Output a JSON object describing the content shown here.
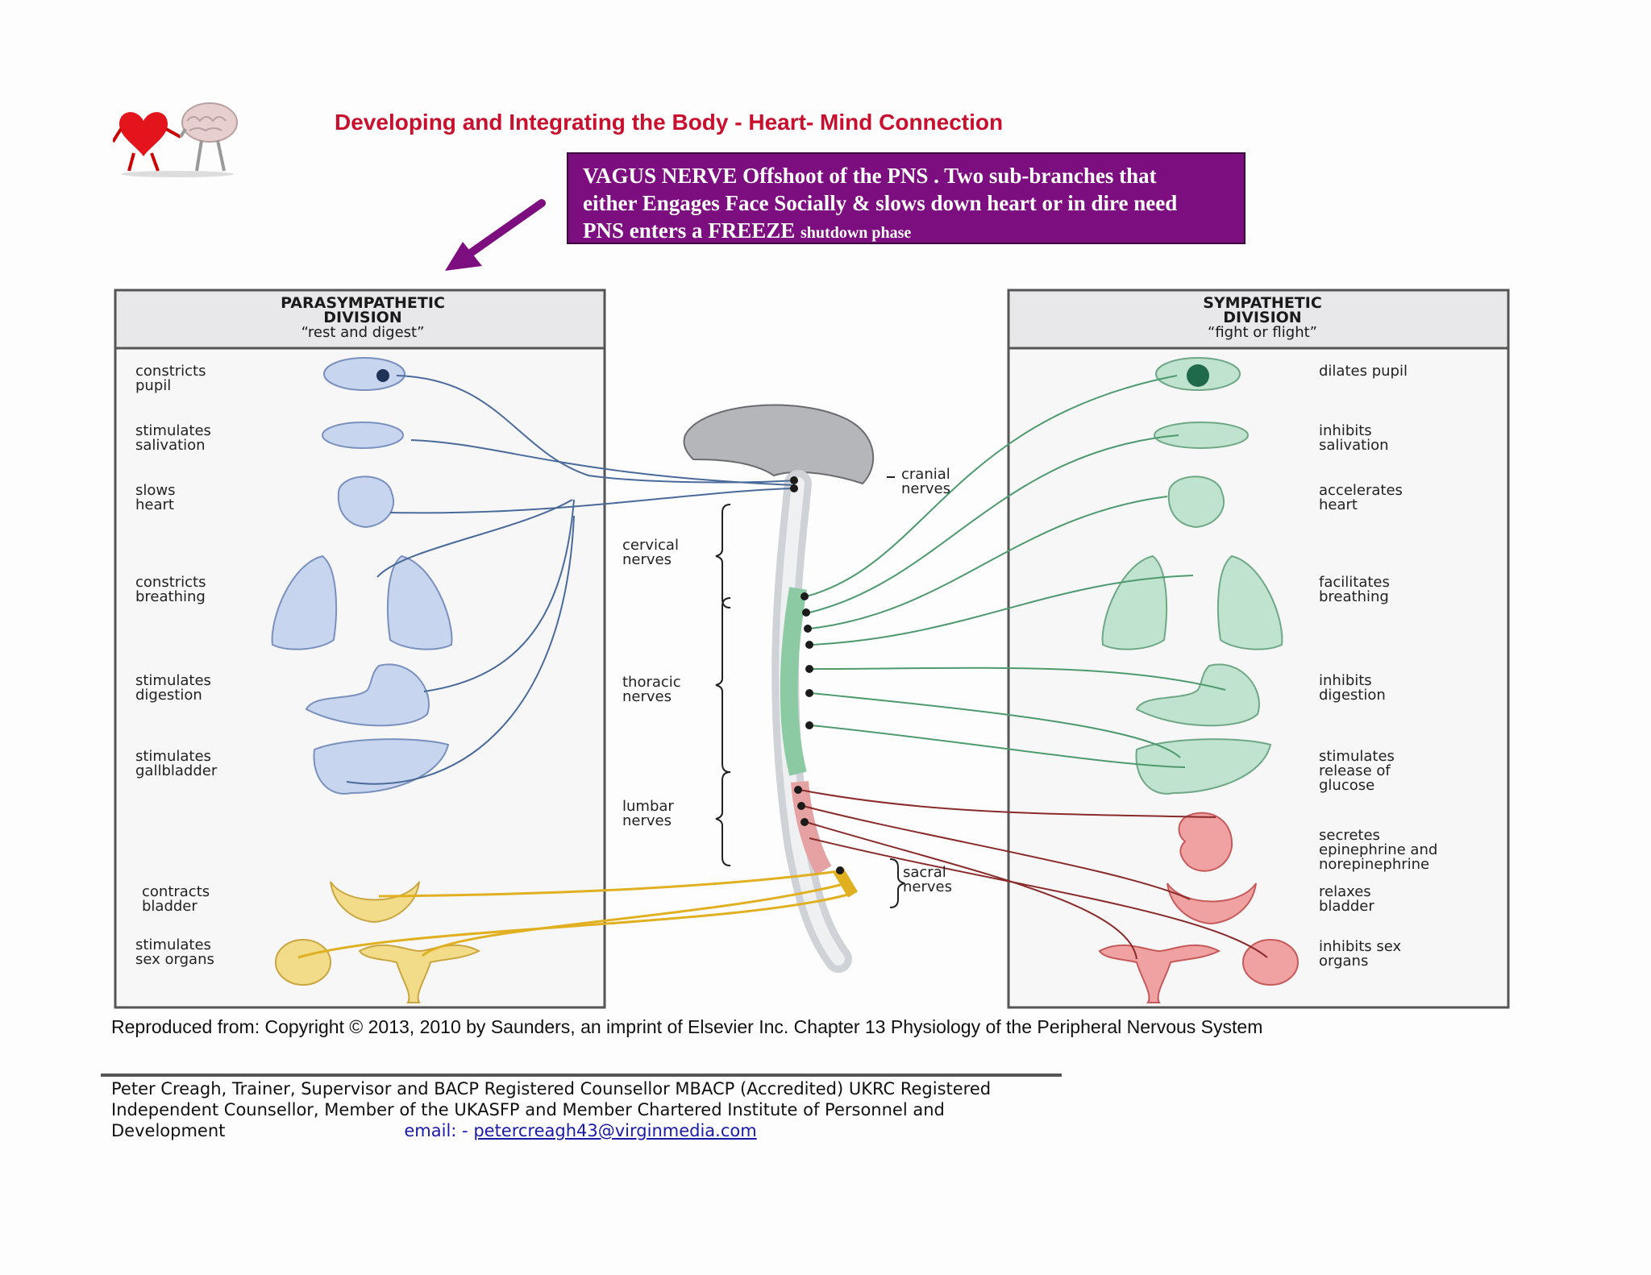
{
  "header": {
    "title": "Developing and Integrating the Body - Heart- Mind Connection"
  },
  "callout": {
    "line1": "VAGUS NERVE Offshoot of the PNS . Two sub-branches that",
    "line2": "either Engages Face Socially & slows down heart or in dire need",
    "line3_main": "PNS enters a FREEZE",
    "line3_small": "shutdown phase"
  },
  "diagram": {
    "parasympathetic": {
      "heading_line1": "PARASYMPATHETIC",
      "heading_line2": "DIVISION",
      "subheading": "“rest and digest”",
      "items": [
        [
          "constricts",
          "pupil"
        ],
        [
          "stimulates",
          "salivation"
        ],
        [
          "slows",
          "heart"
        ],
        [
          "constricts",
          "breathing"
        ],
        [
          "stimulates",
          "digestion"
        ],
        [
          "stimulates",
          "gallbladder"
        ],
        [
          "contracts",
          "bladder"
        ],
        [
          "stimulates",
          "sex organs"
        ]
      ]
    },
    "sympathetic": {
      "heading_line1": "SYMPATHETIC",
      "heading_line2": "DIVISION",
      "subheading": "“fight or flight”",
      "items": [
        [
          "dilates pupil"
        ],
        [
          "inhibits",
          "salivation"
        ],
        [
          "accelerates",
          "heart"
        ],
        [
          "facilitates",
          "breathing"
        ],
        [
          "inhibits",
          "digestion"
        ],
        [
          "stimulates",
          "release of",
          "glucose"
        ],
        [
          "secretes",
          "epinephrine and",
          "norepinephrine"
        ],
        [
          "relaxes",
          "bladder"
        ],
        [
          "inhibits sex",
          "organs"
        ]
      ]
    },
    "spine_labels": {
      "cranial": [
        "cranial",
        "nerves"
      ],
      "cervical": [
        "cervical",
        "nerves"
      ],
      "thoracic": [
        "thoracic",
        "nerves"
      ],
      "lumbar": [
        "lumbar",
        "nerves"
      ],
      "sacral": [
        "sacral",
        "nerves"
      ]
    },
    "colors": {
      "parasympathetic": "#4a6a9a",
      "sympathetic": "#4e9a6e",
      "adrenal": "#8a2a2a",
      "sacral": "#e0b020",
      "arrow": "#7d0e7f"
    }
  },
  "credit": "Reproduced from: Copyright © 2013, 2010 by Saunders, an imprint of Elsevier Inc. Chapter 13 Physiology of the Peripheral Nervous System",
  "footer": {
    "line1": "Peter Creagh, Trainer, Supervisor and BACP Registered Counsellor MBACP (Accredited) UKRC Registered",
    "line2": "Independent Counsellor, Member of the UKASFP and Member Chartered Institute of Personnel and",
    "line3": "Development",
    "email_label": "email: -",
    "email": "petercreagh43@virginmedia.com"
  }
}
